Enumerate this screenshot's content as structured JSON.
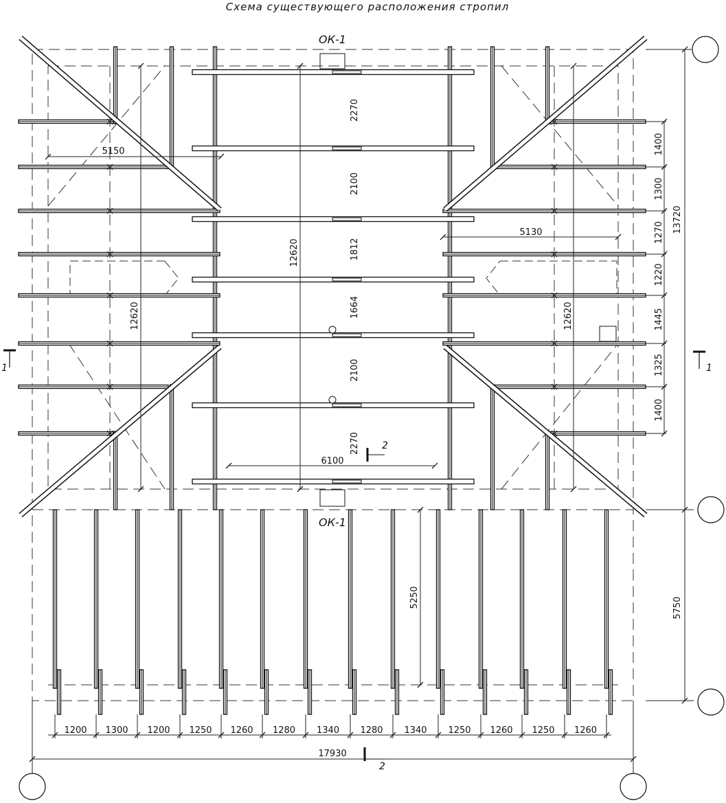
{
  "title": "Схема существующего расположения стропил",
  "markers": {
    "top_window": "ОК-1",
    "bottom_window": "ОК-1",
    "section_1_left": "1",
    "section_1_right": "1",
    "section_2_top": "2",
    "section_2_bottom": "2"
  },
  "dimensions": {
    "left_span": "5150",
    "right_span": "5130",
    "center_span": "6100",
    "left_height": "12620",
    "center_height": "12620",
    "right_height": "12620",
    "center_chain": [
      "2270",
      "2100",
      "1812",
      "1664",
      "2100",
      "2270"
    ],
    "right_chain": [
      "1400",
      "1300",
      "1270",
      "1220",
      "1445",
      "1325",
      "1400"
    ],
    "total_height": "13720",
    "lower_height": "5750",
    "lower_rafter_length": "5250",
    "bottom_chain": [
      "1200",
      "1300",
      "1200",
      "1250",
      "1260",
      "1280",
      "1340",
      "1280",
      "1340",
      "1250",
      "1260",
      "1250",
      "1260"
    ],
    "total_width": "17930"
  }
}
